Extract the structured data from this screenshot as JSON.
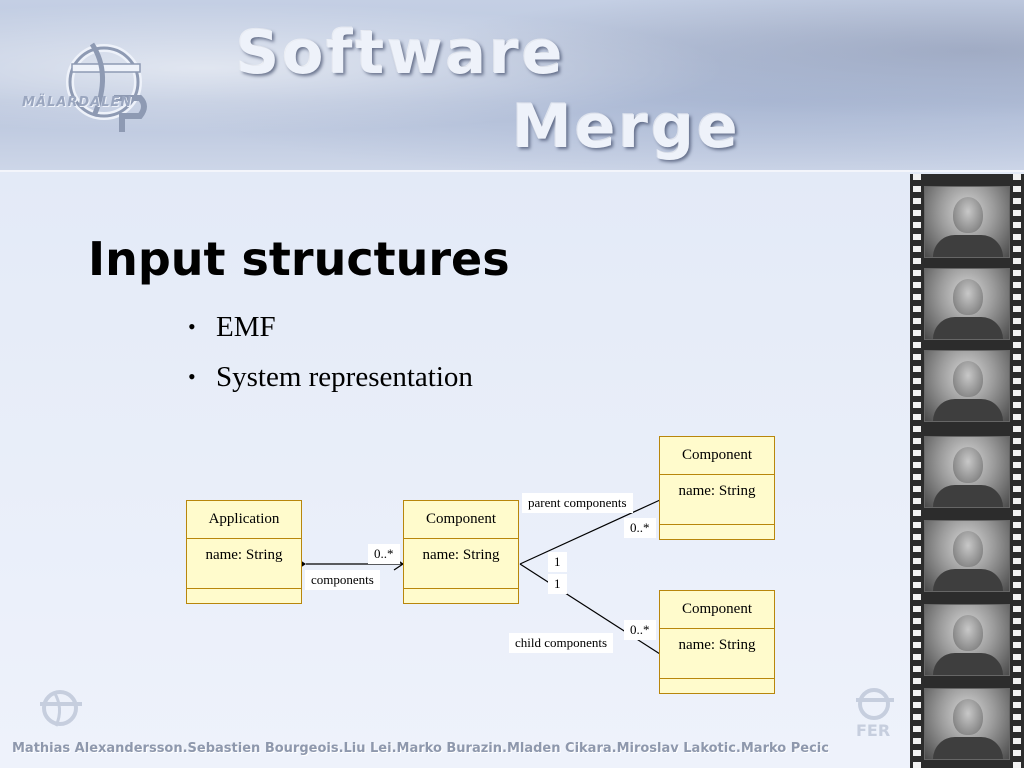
{
  "banner": {
    "title_line1": "Software",
    "title_line2": "Merge",
    "logo_text": "MÄLARDALEN"
  },
  "slide": {
    "heading": "Input structures",
    "bullets": [
      "EMF",
      "System representation"
    ]
  },
  "diagram": {
    "application": {
      "name": "Application",
      "attribute": "name: String"
    },
    "component_center": {
      "name": "Component",
      "attribute": "name: String"
    },
    "component_top": {
      "name": "Component",
      "attribute": "name: String"
    },
    "component_bottom": {
      "name": "Component",
      "attribute": "name: String"
    },
    "labels": {
      "components": "components",
      "components_mult": "0..*",
      "parent_components": "parent components",
      "parent_mult": "0..*",
      "child_components": "child components",
      "child_mult": "0..*",
      "one_top": "1",
      "one_bottom": "1"
    }
  },
  "footer": {
    "authors": "Mathias Alexandersson.Sebastien Bourgeois.Liu Lei.Marko Burazin.Mladen Cikara.Miroslav Lakotic.Marko Pecic"
  },
  "colors": {
    "uml_fill": "#fffbcc",
    "uml_border": "#b8860b",
    "background": "#e6ecf8"
  }
}
